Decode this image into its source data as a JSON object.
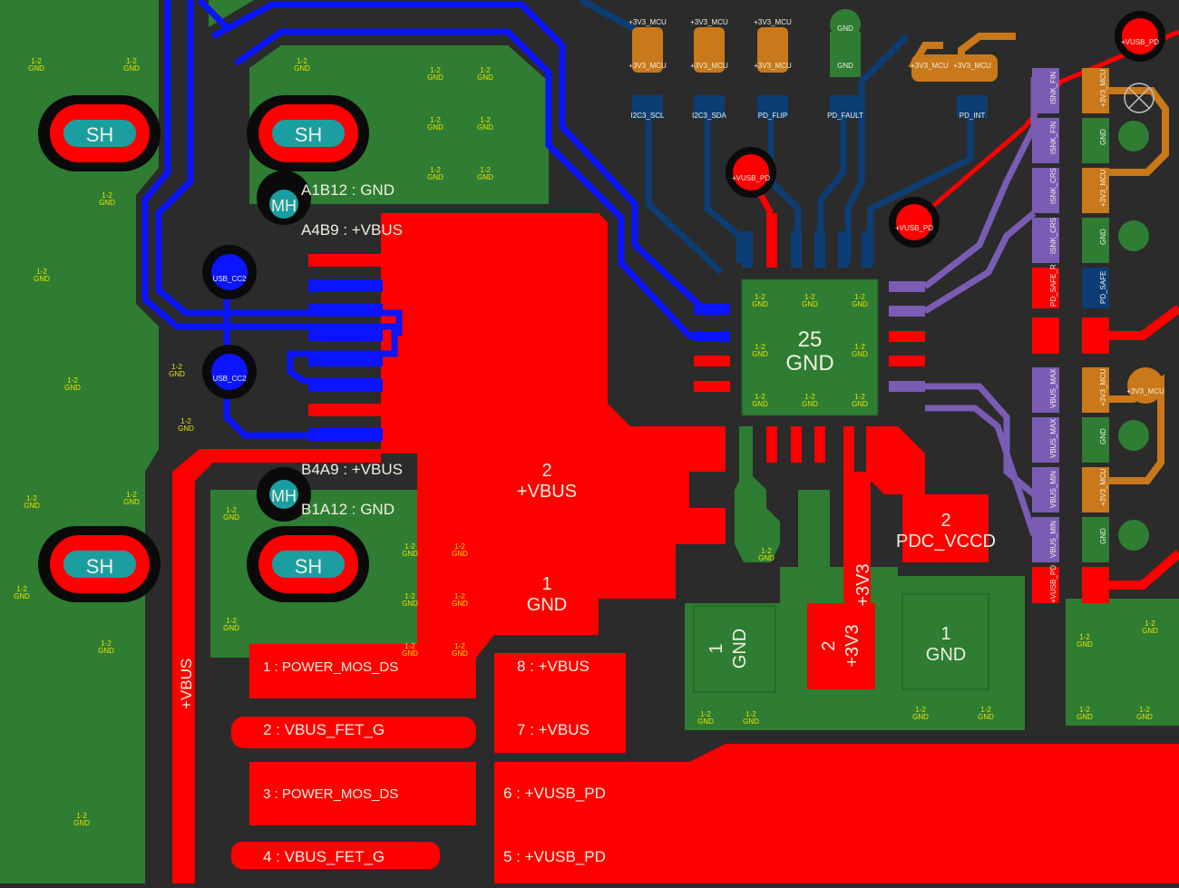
{
  "colors": {
    "background": "#2b2b2b",
    "gnd_pour": "#2e7d32",
    "power_pour": "#ff0000",
    "blue_trace": "#0a14ff",
    "navy_trace": "#0c3d74",
    "purple_pad": "#7a5cb4",
    "orange_pad": "#c9781a",
    "teal": "#1a9ea0",
    "yellow_text": "#f0e000"
  },
  "connector": {
    "shield_label": "SH",
    "mount_label": "MH",
    "pin_a1b12": "A1B12 : GND",
    "pin_a4b9": "A4B9 : +VBUS",
    "pin_b4a9": "B4A9 : +VBUS",
    "pin_b1a12": "B1A12 : GND",
    "via_cc2": "USB_CC2"
  },
  "pour_labels": {
    "gnd_small": "1-2\nGND",
    "vbus_num": "2",
    "vbus_net": "+VBUS",
    "gnd_num": "1",
    "gnd_net": "GND",
    "vbus_vertical": "+VBUS"
  },
  "ic": {
    "pad_number": "25",
    "pad_net": "GND"
  },
  "mosfet": {
    "pin1": "1 : POWER_MOS_DS",
    "pin2": "2 : VBUS_FET_G",
    "pin3": "3 : POWER_MOS_DS",
    "pin4": "4 : VBUS_FET_G",
    "pin5": "5 : +VUSB_PD",
    "pin6": "6 : +VUSB_PD",
    "pin7": "7 : +VBUS",
    "pin8": "8 : +VBUS"
  },
  "top_labels": {
    "mcu1": "+3V3_MCU",
    "i2c_scl": "I2C3_SCL",
    "i2c_sda": "I2C3_SDA",
    "pd_flip": "PD_FLIP",
    "pd_fault": "PD_FAULT",
    "pd_int": "PD_INT",
    "vusb_pd": "+VUSB_PD",
    "gnd": "GND"
  },
  "passives": {
    "pdc_num": "2",
    "pdc_net": "PDC_VCCD",
    "v33_num": "2",
    "v33_net": "+3V3",
    "gnd_num": "1",
    "gnd_net": "GND"
  },
  "right_column": {
    "isnk_fin": "ISNK_FIN",
    "isnk_crs": "ISNK_CRS",
    "pd_safe_r": "PD_SAFE_R",
    "pd_safe": "PD_SAFE",
    "vbus_max": "VBUS_MAX",
    "vbus_min": "VBUS_MIN",
    "vusb_pd": "+VUSB_PD",
    "mcu": "+3V3_MCU",
    "gnd": "GND"
  }
}
